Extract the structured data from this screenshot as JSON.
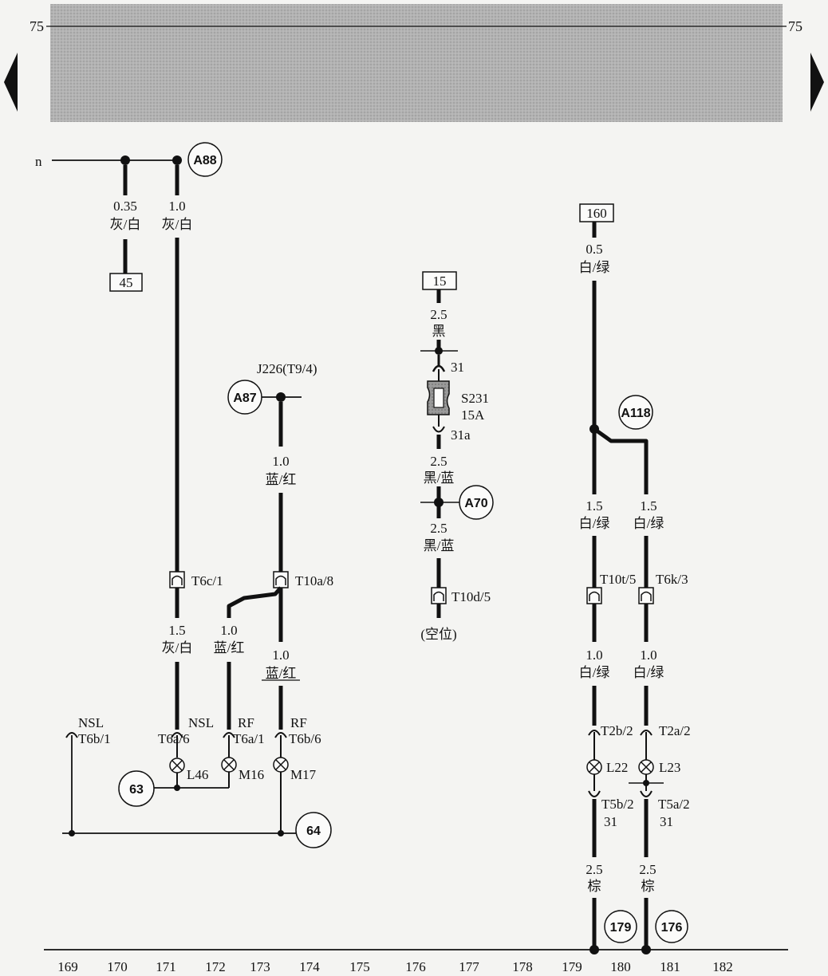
{
  "page_number": "75",
  "colors": {
    "background": "#f4f4f2",
    "header_band": "#a9a9a9",
    "wire": "#111111"
  },
  "nav": {
    "prev_icon": "triangle-left-icon",
    "next_icon": "triangle-right-icon"
  },
  "left_label": "n",
  "refs": {
    "a88": "A88",
    "a87": "A87",
    "a70": "A70",
    "a118": "A118",
    "c63": "63",
    "c64": "64",
    "c179": "179",
    "c176": "176"
  },
  "boxes": {
    "b45": "45",
    "b15": "15",
    "b160": "160"
  },
  "wires": {
    "w171a_size": "0.35",
    "w171a_color": "灰/白",
    "w171b_size": "1.0",
    "w171b_color": "灰/白",
    "w171c_size": "1.5",
    "w171c_color": "灰/白",
    "w172_size": "1.0",
    "w172_color": "蓝/红",
    "w173a_size": "1.0",
    "w173a_color": "蓝/红",
    "w173b_size": "1.0",
    "w173b_color": "蓝/红",
    "w176a_size": "2.5",
    "w176a_color": "黑",
    "w176b_size": "2.5",
    "w176b_color": "黑/蓝",
    "w176c_size": "2.5",
    "w176c_color": "黑/蓝",
    "w179a_size": "0.5",
    "w179a_color": "白/绿",
    "w179b_size": "1.5",
    "w179b_color": "白/绿",
    "w181b_size": "1.5",
    "w181b_color": "白/绿",
    "w179c_size": "1.0",
    "w179c_color": "白/绿",
    "w181c_size": "1.0",
    "w181c_color": "白/绿",
    "w179d_size": "2.5",
    "w179d_color": "棕",
    "w181d_size": "2.5",
    "w181d_color": "棕"
  },
  "labels": {
    "j226": "J226(T9/4)",
    "t6c1": "T6c/1",
    "t10a8": "T10a/8",
    "t10d5": "T10d/5",
    "empty": "(空位)",
    "pin31": "31",
    "pin31a": "31a",
    "s231": "S231",
    "s231_rating": "15A",
    "t10t5": "T10t/5",
    "t6k3": "T6k/3",
    "nsl_left": "NSL",
    "t6b1": "T6b/1",
    "nsl": "NSL",
    "rf1": "RF",
    "rf2": "RF",
    "t6a6": "T6a/6",
    "t6a1": "T6a/1",
    "t6b6": "T6b/6",
    "l46": "L46",
    "m16": "M16",
    "m17": "M17",
    "t2b2": "T2b/2",
    "t2a2": "T2a/2",
    "l22": "L22",
    "l23": "L23",
    "t5b2": "T5b/2",
    "t5a2": "T5a/2",
    "g31a": "31",
    "g31b": "31"
  },
  "scale": [
    "169",
    "170",
    "171",
    "172",
    "173",
    "174",
    "175",
    "176",
    "177",
    "178",
    "179",
    "180",
    "181",
    "182"
  ]
}
